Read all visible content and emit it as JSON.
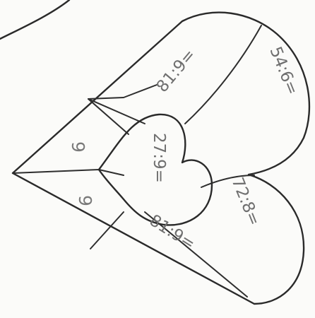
{
  "worksheet": {
    "heart_segments": {
      "top_outer": "81:9=",
      "top_right": "54:6=",
      "center": "27:9=",
      "right_lower": "72:8=",
      "bottom_inner": "81:9=",
      "top_left_answer": "9",
      "bottom_left_answer": "9"
    }
  },
  "colors": {
    "ink": "#2a2a2a",
    "pencil": "#6f6f6f",
    "paper": "#fbfbf9"
  }
}
